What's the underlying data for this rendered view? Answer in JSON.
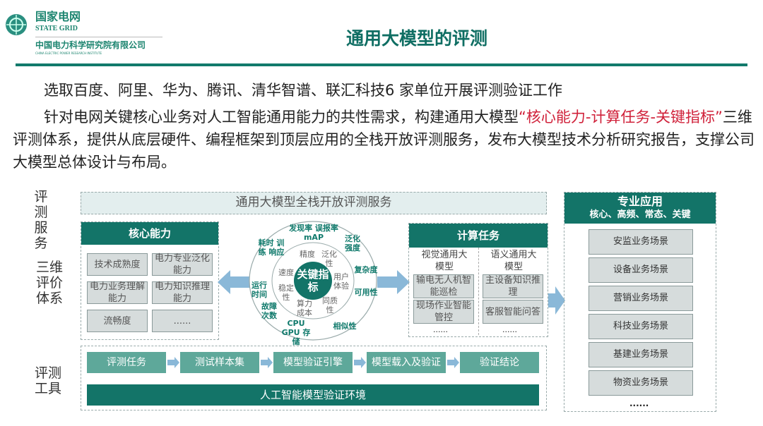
{
  "logo": {
    "cn": "国家电网",
    "en": "STATE GRID",
    "inst": "中国电力科学研究院有限公司",
    "inst_en": "CHINA ELECTRIC POWER RESEARCH INSTITUTE"
  },
  "title": "通用大模型的评测",
  "para1": "选取百度、阿里、华为、腾讯、清华智谱、联汇科技6 家单位开展评测验证工作",
  "para2a": "针对电网关键核心业务对人工智能通用能力的共性需求，构建通用大模型",
  "para2b": "“核心能力-计算任务-关键指标”",
  "para2c": "三维评测体系，提供从底层硬件、编程框架到顶层应用的全栈开放评测服务，发布大模型技术分析研究报告，支撑公司大模型总体设计与布局。",
  "side": {
    "service": "评测服务",
    "eval": "三维评价体系",
    "tools": "评测工具"
  },
  "service_banner": "通用大模型全栈开放评测服务",
  "core": {
    "title": "核心能力",
    "items": [
      "技术成熟度",
      "电力专业泛化能力",
      "电力业务理解能力",
      "电力知识推理能力",
      "流畅度",
      "......"
    ]
  },
  "center": {
    "label": "关键指标",
    "inner": [
      "精度",
      "泛化性",
      "用户体验",
      "同质性",
      "算力成本",
      "稳定性",
      "速度"
    ],
    "outer": [
      "耗时 训练 响应",
      "发现率 误报率 mAP",
      "泛化强度",
      "复杂度",
      "可用性",
      "相似性",
      "CPU GPU 存储",
      "故障次数",
      "运行时间"
    ]
  },
  "tasks": {
    "title": "计算任务",
    "col1": {
      "head": "视觉通用大模型",
      "items": [
        "输电无人机智能巡检",
        "现场作业智能管控"
      ],
      "more": "......"
    },
    "col2": {
      "head": "语义通用大模型",
      "items": [
        "主设备知识推理",
        "客服智能问答"
      ],
      "more": "......"
    }
  },
  "apps": {
    "title": "专业应用",
    "subtitle": "核心、高频、常态、关键",
    "items": [
      "安监业务场景",
      "设备业务场景",
      "营销业务场景",
      "科技业务场景",
      "基建业务场景",
      "物资业务场景"
    ],
    "more": "......"
  },
  "tools": {
    "steps": [
      "评测任务",
      "测试样本集",
      "模型验证引擎",
      "模型载入及验证",
      "验证结论"
    ],
    "env": "人工智能模型验证环境"
  }
}
